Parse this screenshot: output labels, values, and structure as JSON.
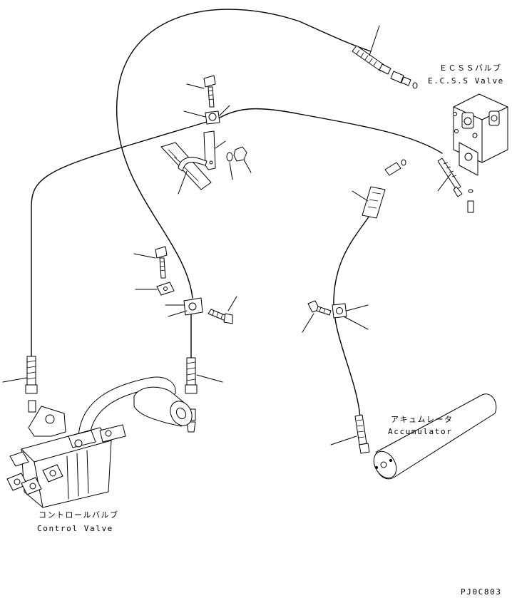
{
  "labels": {
    "ecss_jp": "ＥＣＳＳバルブ",
    "ecss_en": "E.C.S.S Valve",
    "accumulator_jp": "アキュムレータ",
    "accumulator_en": "Accumulator",
    "control_valve_jp": "コントロールバルブ",
    "control_valve_en": "Control Valve",
    "drawing_code": "PJ0C803"
  }
}
